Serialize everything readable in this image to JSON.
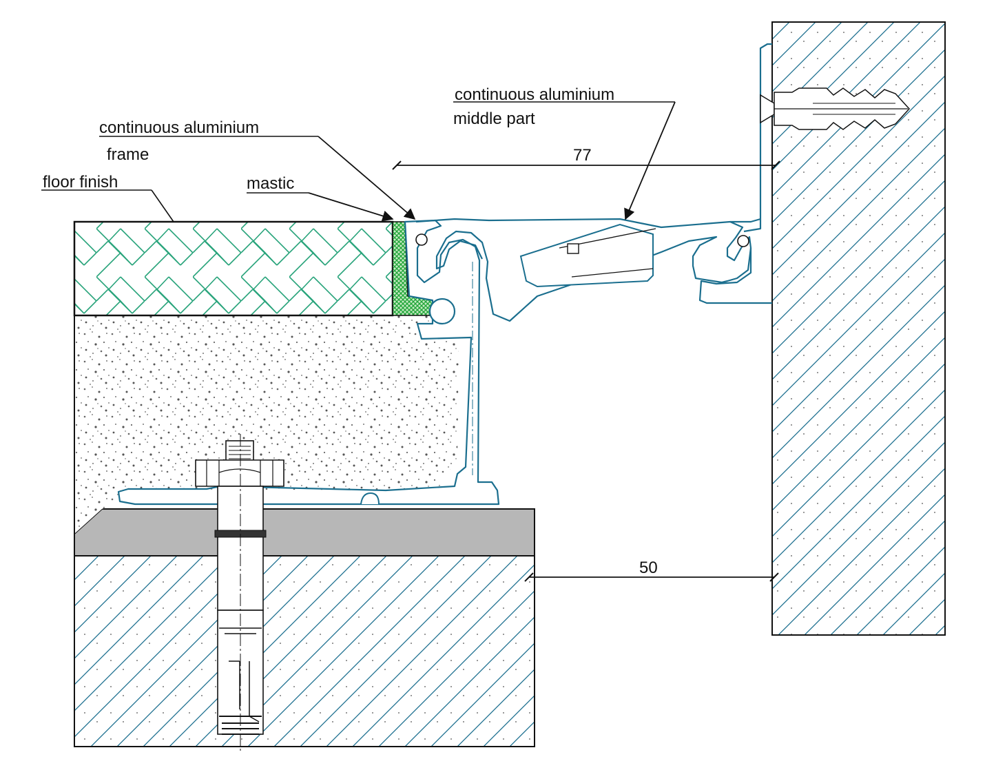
{
  "labels": {
    "frame_line1": "continuous aluminium",
    "frame_line2": "frame",
    "floor_finish": "floor finish",
    "mastic": "mastic",
    "middle_line1": "continuous aluminium",
    "middle_line2": "middle part"
  },
  "dimensions": {
    "top_gap": "77",
    "bottom_gap": "50"
  },
  "colors": {
    "profile": "#1a6e8e",
    "tile": "#27a37a",
    "mastic": "#22a63a",
    "screed_band": "#b7b7b7",
    "hatch": "#1a6e8e",
    "ink": "#111111"
  }
}
